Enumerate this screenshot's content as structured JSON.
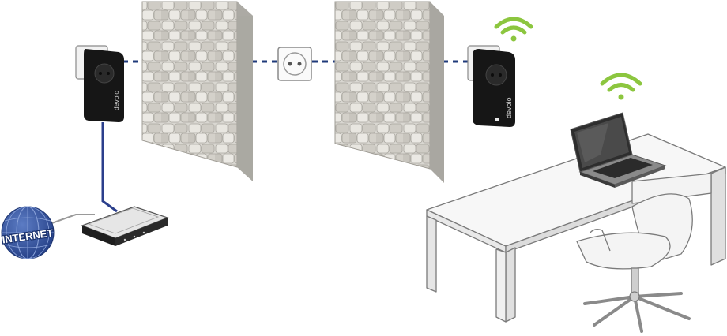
{
  "globe": {
    "label": "INTERNET"
  },
  "adapters": {
    "left": {
      "brand": "devolo"
    },
    "right": {
      "brand": "devolo"
    }
  },
  "colors": {
    "wifi": "#8cc63f",
    "cable": "#2b3f8c",
    "powerline": "#1f3a7a",
    "adapter": "#141414",
    "globe": "#2f4f9e",
    "wall_face": "#d8d6d0",
    "wall_side": "#b9b7b1",
    "furniture_line": "#7a7a7a"
  },
  "icons": {
    "wifi_1": "wifi-icon",
    "wifi_2": "wifi-icon",
    "outlet": "power-socket-icon"
  }
}
